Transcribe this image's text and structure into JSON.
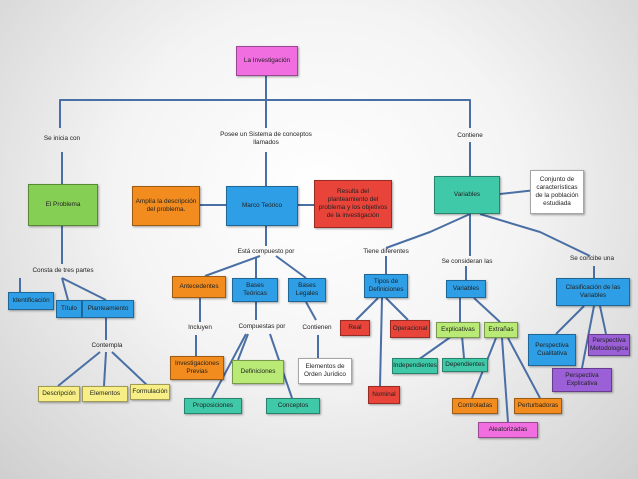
{
  "root": "La Investigación",
  "branches": {
    "se_inicia_con": "Se inicia con",
    "posee": "Posee un Sistema de conceptos llamados",
    "contiene": "Contiene"
  },
  "problema": {
    "title": "El Problema",
    "consta": "Consta de tres partes",
    "identificacion": "Identificación",
    "titulo": "Título",
    "planteamiento": "Planteamiento",
    "contempla": "Contempla",
    "descripcion": "Descripción",
    "elementos": "Elementos",
    "formulacion": "Formulación"
  },
  "marco": {
    "amplia": "Amplía la descripción del problema.",
    "title": "Marco Teórico",
    "resulta": "Resulta del planteamiento del problema y los objetivos de la investigación",
    "compuesto": "Está compuesto por",
    "antecedentes": "Antecedentes",
    "bases_teoricas": "Bases Teóricas",
    "bases_legales": "Bases Legales",
    "incluyen": "Incluyen",
    "compuestas": "Compuestas por",
    "contienen": "Contienen",
    "investigaciones": "Investigaciones Previas",
    "definiciones": "Definiciones",
    "elementos_juridico": "Elementos de Orden Jurídico",
    "proposiciones": "Proposiciones",
    "conceptos": "Conceptos"
  },
  "variables": {
    "title": "Variables",
    "conjunto": "Conjunto de características de la población estudiada",
    "tiene": "Tiene diferentes",
    "se_consideran": "Se consideran las",
    "se_concibe": "Se concibe una",
    "tipos_def": "Tipos de Definiciones",
    "variables2": "Variables",
    "clasificacion": "Clasificación de las Variables",
    "real": "Real",
    "operacional": "Operacional",
    "nominal": "Nominal",
    "explicativas": "Explicativas",
    "extranas": "Extrañas",
    "independientes": "Independientes",
    "dependientes": "Dependientes",
    "controladas": "Controladas",
    "perturbadoras": "Perturbadoras",
    "aleatorizadas": "Aleatorizadas",
    "p_cualitativa": "Perspectiva Cualitativa",
    "p_metodologica": "Perspectiva Metodologica",
    "p_explicativa": "Perspectiva Explicativa"
  }
}
